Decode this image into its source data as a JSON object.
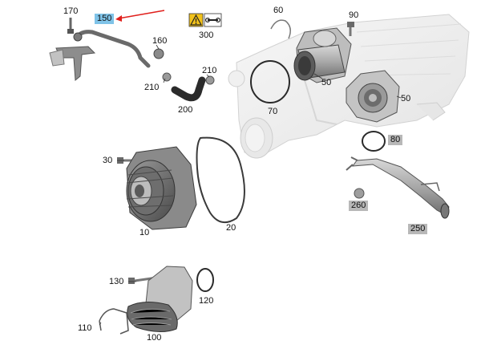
{
  "diagram": {
    "part_labels": {
      "p170": "170",
      "p150": "150",
      "p160": "160",
      "p210a": "210",
      "p210b": "210",
      "p200": "200",
      "p300": "300",
      "p60": "60",
      "p90": "90",
      "p50a": "50",
      "p50b": "50",
      "p70": "70",
      "p80": "80",
      "p30": "30",
      "p10": "10",
      "p20": "20",
      "p260": "260",
      "p250": "250",
      "p130": "130",
      "p120": "120",
      "p110": "110",
      "p100": "100"
    },
    "colors": {
      "highlight_label": "#7fc3e8",
      "gray_label": "#b8b8b8",
      "arrow": "#e0201c",
      "warning_badge": "#f2c21a",
      "engine_block": "#eeeeee",
      "part_dark": "#5a5a5a",
      "part_mid": "#9a9a9a"
    },
    "icons": [
      "warning-icon",
      "wrench-icon"
    ]
  }
}
